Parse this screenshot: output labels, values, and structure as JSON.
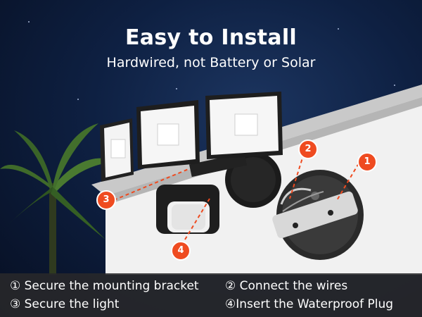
{
  "headline": "Easy to Install",
  "subline": "Hardwired, not Battery or Solar",
  "callouts": [
    "1",
    "2",
    "3",
    "4"
  ],
  "steps": [
    "① Secure the mounting bracket",
    "② Connect the wires",
    "③ Secure the light",
    "④Insert the Waterproof Plug"
  ],
  "colors": {
    "accent": "#ef4b20",
    "sky": "#0e2042",
    "wall": "#f1f1f1"
  }
}
